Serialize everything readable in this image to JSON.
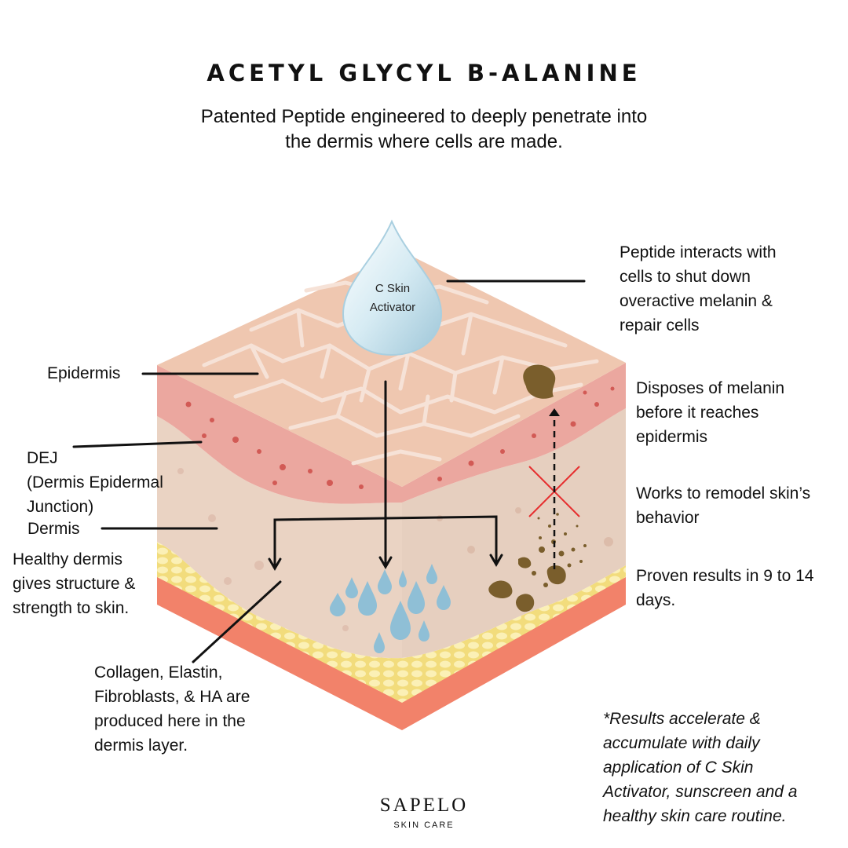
{
  "title": "ACETYL GLYCYL B-ALANINE",
  "subtitle": "Patented Peptide engineered to deeply penetrate into\nthe dermis where cells are made.",
  "drop_label": "C Skin\nActivator",
  "labels": {
    "peptide": "Peptide interacts with\ncells to shut down\noveractive melanin &\nrepair cells",
    "epidermis": "Epidermis",
    "dej": "DEJ\n(Dermis Epidermal\nJunction)",
    "dermis": "Dermis",
    "healthy": "Healthy dermis\ngives structure &\nstrength to skin.",
    "disposes": "Disposes of melanin\nbefore it reaches\nepidermis",
    "remodel": "Works to remodel skin’s\nbehavior",
    "proven": "Proven results in 9 to 14\ndays.",
    "collagen": "Collagen, Elastin,\nFibroblasts, & HA are\nproduced here in the\ndermis layer.",
    "footnote": "*Results accelerate &\naccumulate with daily\napplication of C Skin\nActivator, sunscreen and a\nhealthy skin care routine."
  },
  "brand": {
    "name": "SAPELO",
    "tagline": "SKIN CARE"
  },
  "colors": {
    "top_surface": "#efc7b0",
    "top_cracks": "#f5e3da",
    "epidermis_layer": "#eba79f",
    "dermis": "#ead3c3",
    "fat": "#f2dc7c",
    "base": "#f2826a",
    "drop": "#cfe6f0",
    "melanin": "#7a5e2c",
    "water_drops": "#8fbfd6",
    "cross": "#e62e2e"
  }
}
